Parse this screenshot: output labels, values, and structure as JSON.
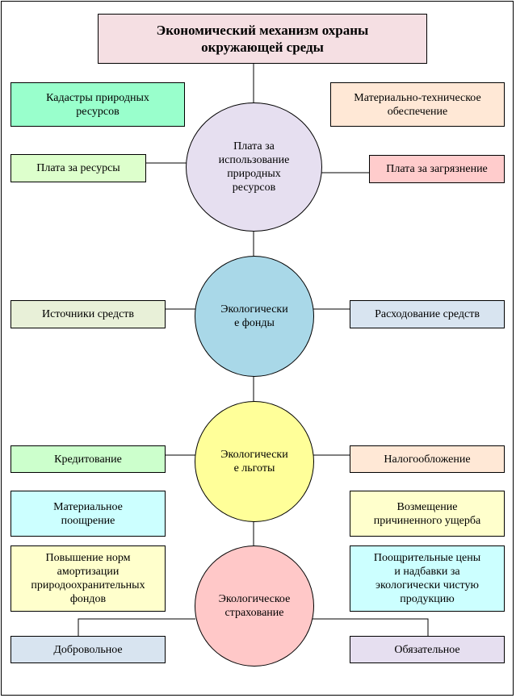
{
  "title": "Экономический механизм охраны\nокружающей среды",
  "hubs": [
    {
      "id": "payment",
      "label": "Плата за\nиспользование\nприродных\nресурсов",
      "color": "#e6dff0"
    },
    {
      "id": "funds",
      "label": "Экологически\nе фонды",
      "color": "#a9d8e8"
    },
    {
      "id": "benefits",
      "label": "Экологически\nе льготы",
      "color": "#ffff99"
    },
    {
      "id": "insurance",
      "label": "Экологическое\nстрахование",
      "color": "#ffc8c8"
    }
  ],
  "boxes": {
    "cadastres": {
      "label": "Кадастры природных\nресурсов",
      "color": "#99ffcc"
    },
    "material_supply": {
      "label": "Материально-техническое\nобеспечение",
      "color": "#ffe8d6"
    },
    "resource_fee": {
      "label": "Плата за ресурсы",
      "color": "#ddffcc"
    },
    "pollution_fee": {
      "label": "Плата за загрязнение",
      "color": "#ffcccc"
    },
    "fund_sources": {
      "label": "Источники средств",
      "color": "#e8f0d8"
    },
    "fund_spending": {
      "label": "Расходование средств",
      "color": "#d8e4f0"
    },
    "crediting": {
      "label": "Кредитование",
      "color": "#ccffcc"
    },
    "taxation": {
      "label": "Налогообложение",
      "color": "#ffe8d6"
    },
    "material_incentive": {
      "label": "Материальное\nпоощрение",
      "color": "#ccffff"
    },
    "damage_compensation": {
      "label": "Возмещение\nпричиненного ущерба",
      "color": "#ffffcc"
    },
    "depreciation": {
      "label": "Повышение норм\nамортизации\nприродоохранительных\nфондов",
      "color": "#ffffcc"
    },
    "incentive_prices": {
      "label": "Поощрительные цены\nи надбавки за\nэкологически чистую\nпродукцию",
      "color": "#ccffff"
    },
    "voluntary": {
      "label": "Добровольное",
      "color": "#d8e4f0"
    },
    "mandatory": {
      "label": "Обязательное",
      "color": "#e6dff0"
    }
  }
}
